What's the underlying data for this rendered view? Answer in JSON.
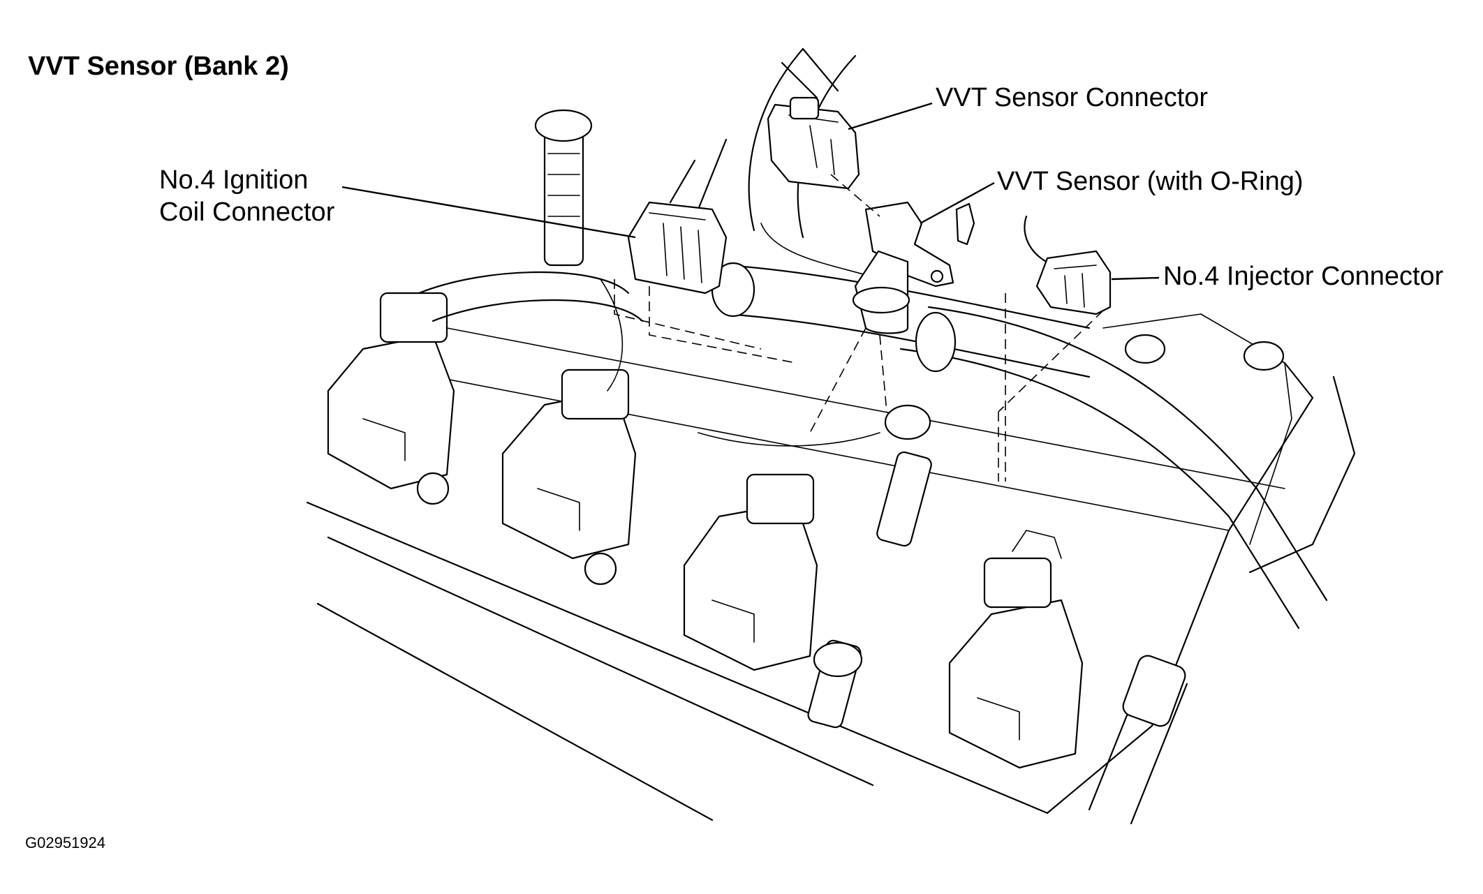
{
  "diagram": {
    "title": "VVT Sensor (Bank 2)",
    "figure_id": "G02951924",
    "callouts": {
      "vvt_sensor_connector": "VVT Sensor Connector",
      "vvt_sensor": "VVT Sensor (with O-Ring)",
      "ignition_coil_connector_line1": "No.4 Ignition",
      "ignition_coil_connector_line2": "Coil Connector",
      "injector_connector": "No.4 Injector Connector"
    }
  }
}
